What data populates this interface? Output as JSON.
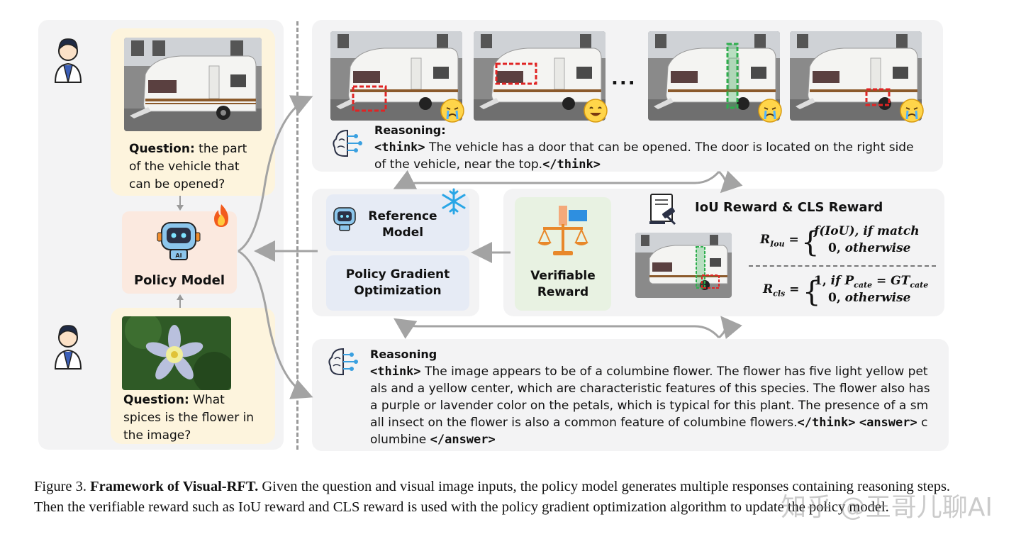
{
  "left": {
    "q1_label": "Question:",
    "q1_text": " the part of the vehicle that can be opened?",
    "q2_label": "Question:",
    "q2_text": " What spices is the flower in the image?",
    "policy_model": "Policy Model"
  },
  "top": {
    "ellipsis": "...",
    "reasoning_title": "Reasoning:",
    "think_open": "<think>",
    "text": " The vehicle has a door that can be opened. The door is located on the right side of the vehicle, near the top.",
    "think_close": "</think>"
  },
  "middle": {
    "reference_model": "Reference Model",
    "pgo": "Policy Gradient Optimization",
    "verifiable_reward": "Verifiable Reward",
    "reward_title": "IoU Reward & CLS Reward"
  },
  "bottom": {
    "reasoning_title": "Reasoning",
    "think_open": "<think>",
    "text": " The image appears to be of a columbine flower. The flower has five light yellow petals and a yellow center, which are characteristic features of this species. The flower also has a purple or lavender color on the petals, which is typical for this plant. The presence of a small insect on the flower is also a common feature of columbine flowers.",
    "think_close": "</think>",
    "answer_open": "<answer>",
    "answer": " columbine ",
    "answer_close": "</answer>"
  },
  "caption": {
    "prefix": "Figure 3. ",
    "title": "Framework of Visual-RFT.",
    "body": " Given the question and visual image inputs, the policy model generates multiple responses containing reasoning steps. Then the verifiable reward such as IoU reward and CLS reward is used with the policy gradient optimization algorithm to update the policy model."
  },
  "watermark": "知乎 @王哥儿聊AI",
  "colors": {
    "panel": "#f3f3f4",
    "bubble": "#fdf4dd",
    "policy_box": "#fbe9df",
    "model_box": "#e6ebf5",
    "reward_box": "#e8f2e2",
    "red_box": "#e02424",
    "green_box": "#2fae4e"
  }
}
